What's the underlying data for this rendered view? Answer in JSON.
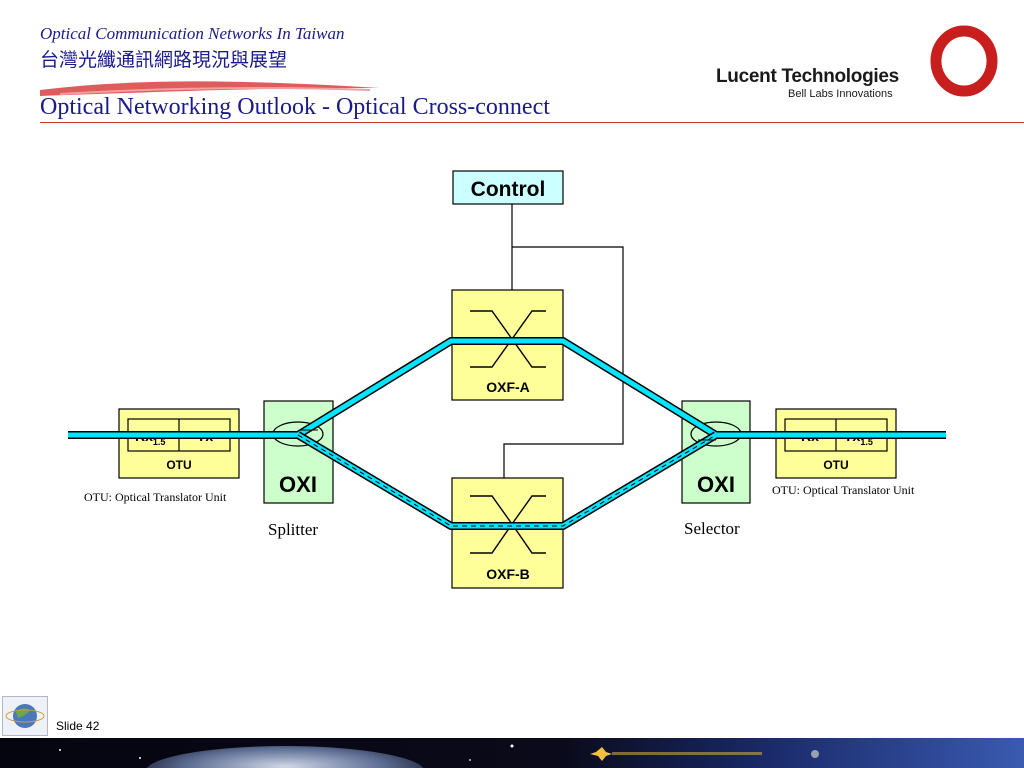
{
  "header": {
    "subtitle": "Optical Communication Networks In Taiwan",
    "subtitle_zh": "台灣光纖通訊網路現況與展望",
    "title": "Optical Networking Outlook - Optical Cross-connect"
  },
  "brand": {
    "name": "Lucent Technologies",
    "tagline": "Bell Labs Innovations"
  },
  "diagram": {
    "control_label": "Control",
    "oxf_a_label": "OXF-A",
    "oxf_b_label": "OXF-B",
    "oxi_left_label": "OXI",
    "oxi_right_label": "OXI",
    "otu_left": {
      "rx": "Rx",
      "rx_sub": "1.5",
      "tx": "Tx",
      "label": "OTU"
    },
    "otu_right": {
      "rx": "Rx",
      "tx": "Tx",
      "tx_sub": "1.5",
      "label": "OTU"
    },
    "otu_note_left": "OTU: Optical Translator Unit",
    "otu_note_right": "OTU: Optical Translator Unit",
    "splitter_label": "Splitter",
    "selector_label": "Selector"
  },
  "footer": {
    "slide_label": "Slide 42"
  },
  "colors": {
    "title_blue": "#1a1a8c",
    "accent_red": "#c0392b",
    "fiber_cyan": "#00e5ff",
    "control_fill": "#ccffff",
    "oxf_fill": "#ffff99",
    "oxi_fill": "#ccffcc",
    "otu_fill": "#ffff99"
  }
}
